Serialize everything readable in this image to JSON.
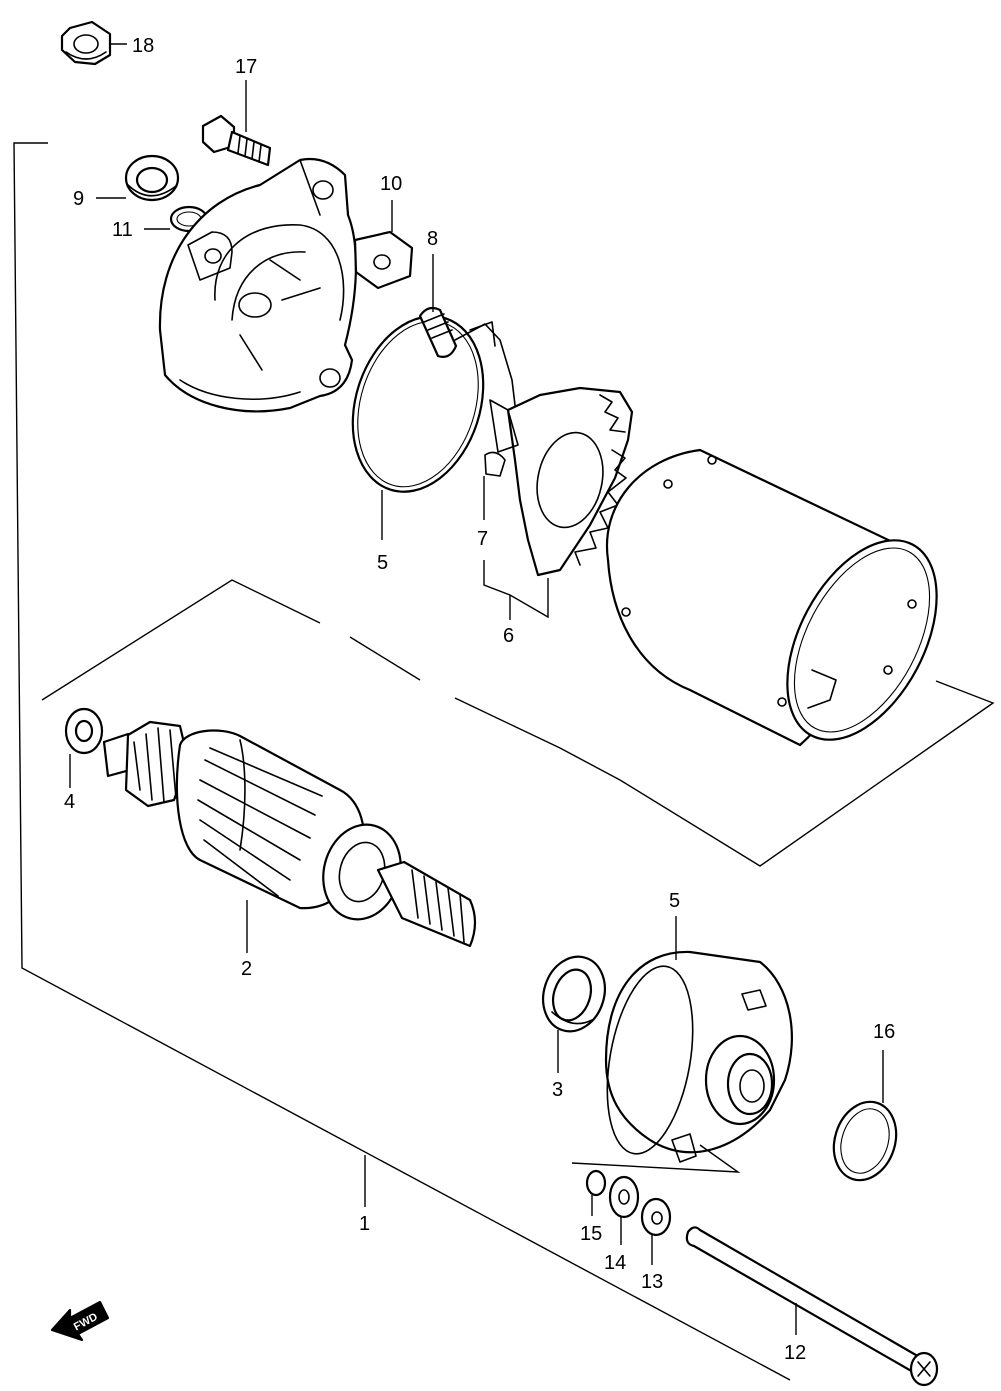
{
  "callouts": {
    "c1": "1",
    "c2": "2",
    "c3": "3",
    "c4": "4",
    "c5a": "5",
    "c5b": "5",
    "c6": "6",
    "c7": "7",
    "c8": "8",
    "c9": "9",
    "c10": "10",
    "c11": "11",
    "c12": "12",
    "c13": "13",
    "c14": "14",
    "c15": "15",
    "c16": "16",
    "c17": "17",
    "c18": "18"
  },
  "fwd_marker": {
    "label": "FWD",
    "icon": "fwd-arrow-icon"
  }
}
